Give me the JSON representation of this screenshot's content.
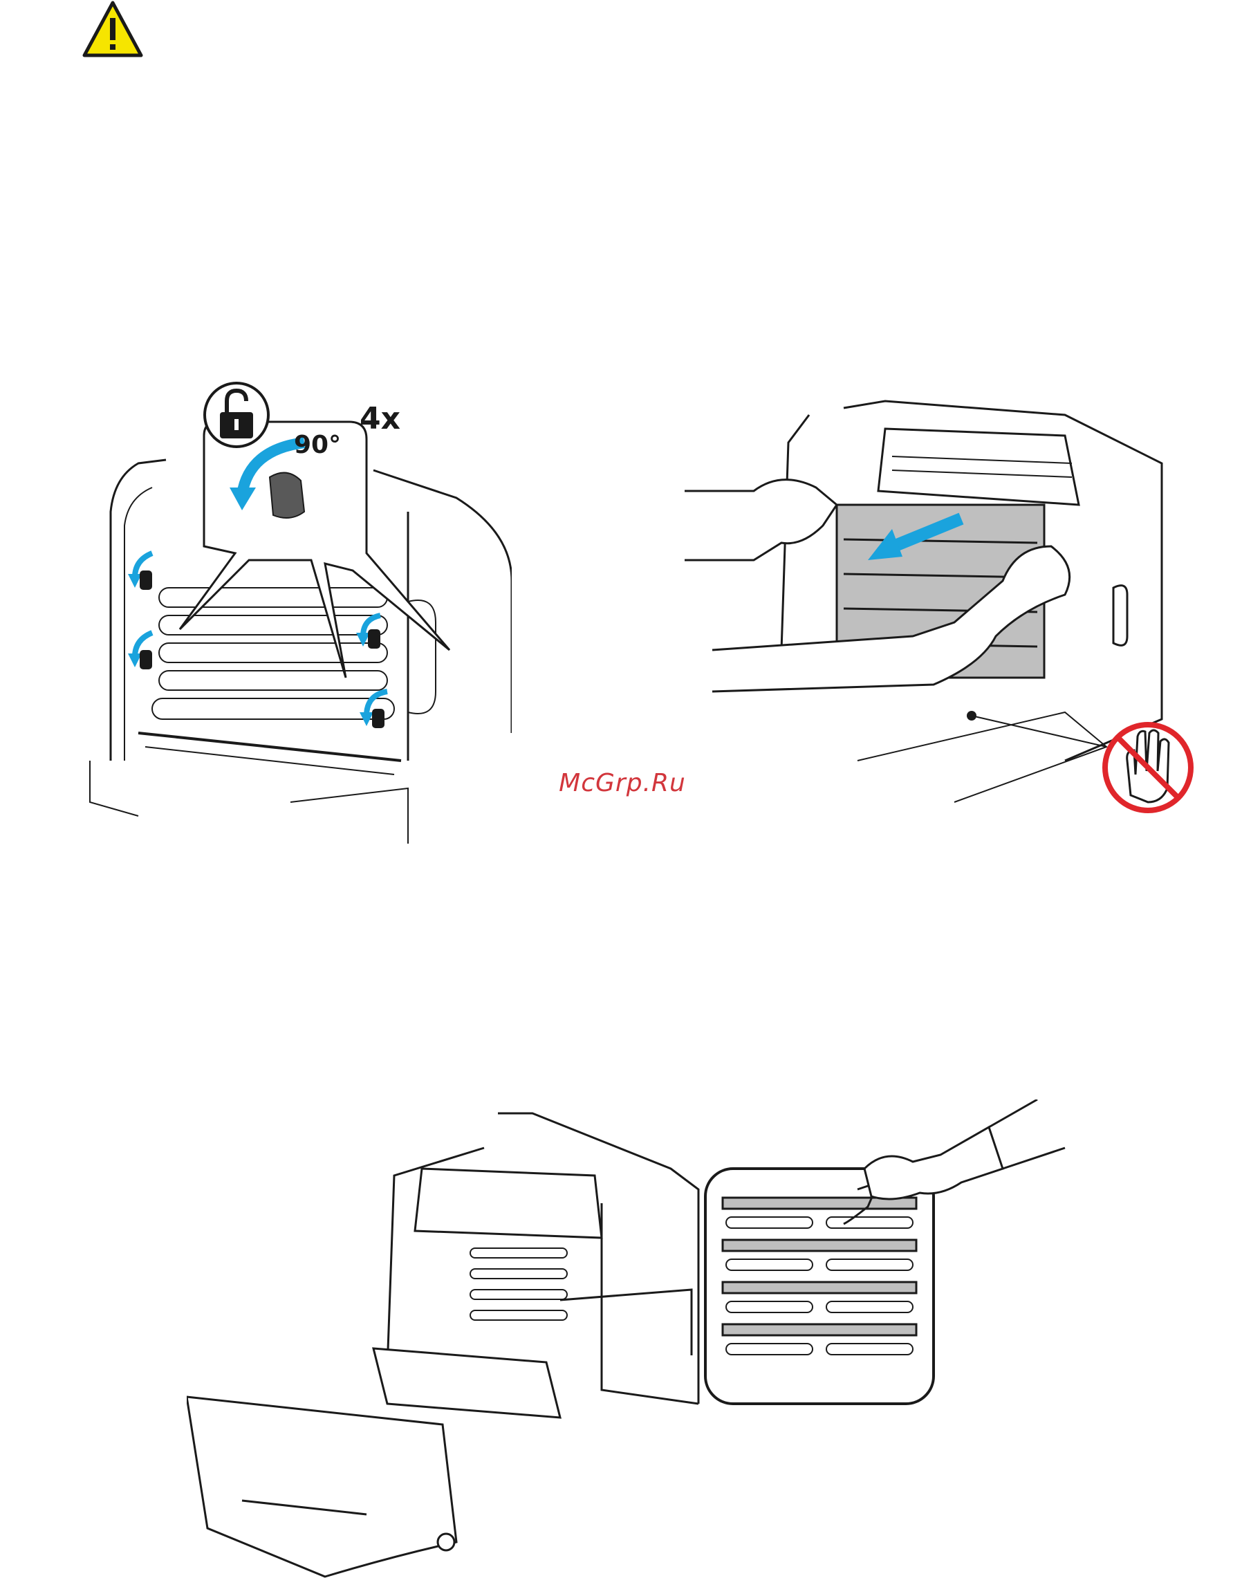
{
  "colors": {
    "warning_fill": "#f6e500",
    "line": "#1a1a1a",
    "arrow_blue": "#1aa3dd",
    "prohibit_red": "#e0262b",
    "grey_fill": "#bfbfbf",
    "watermark": "#d2363c"
  },
  "warning": {
    "icon": "warning-triangle-icon"
  },
  "figure_unlock": {
    "lock_icon": "unlock-icon",
    "count_label": "4x",
    "angle_label": "90°"
  },
  "figure_remove": {
    "prohibit_icon": "do-not-touch-icon"
  },
  "figure_clean": {},
  "watermark": {
    "text": "McGrp.Ru"
  }
}
